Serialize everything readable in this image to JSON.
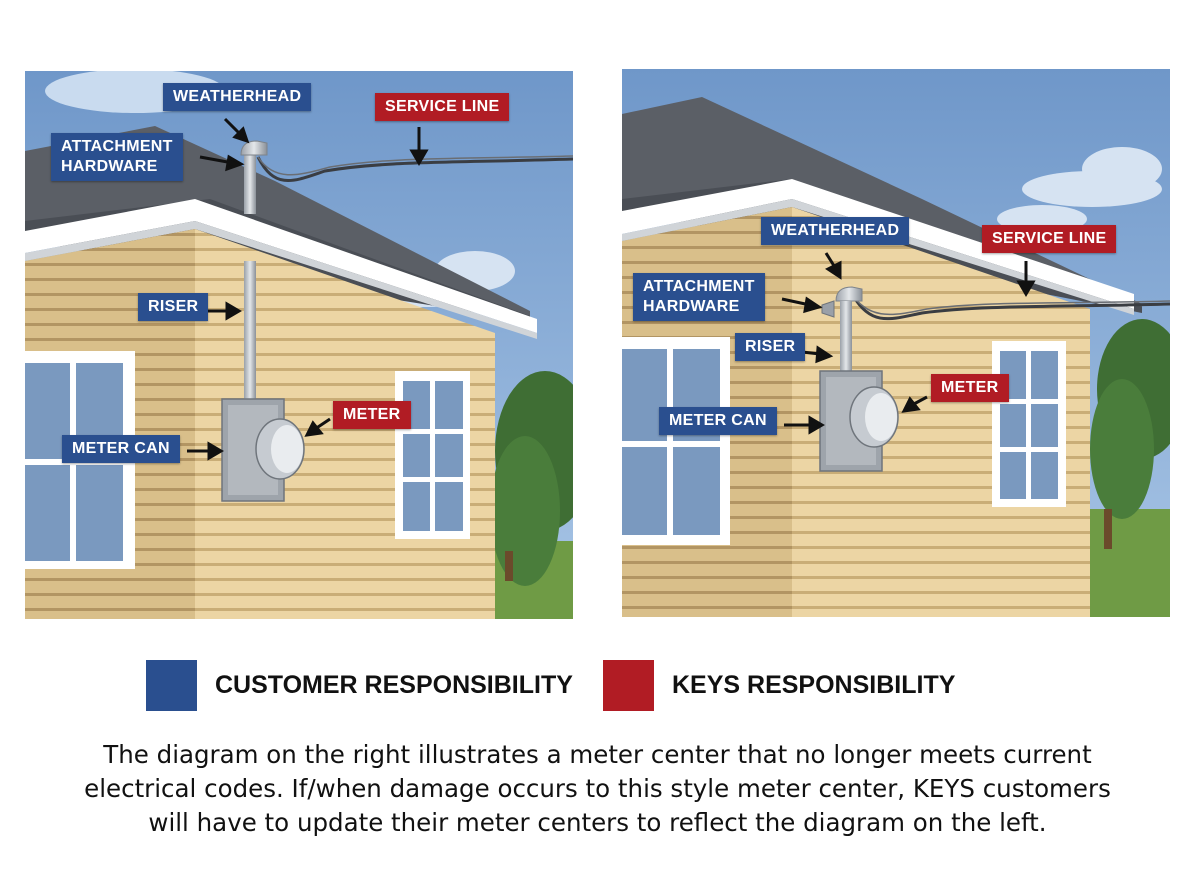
{
  "colors": {
    "customer": "#2a4f8f",
    "keys": "#b11c24"
  },
  "left_diagram": {
    "labels": {
      "weatherhead": "WEATHERHEAD",
      "service_line": "SERVICE LINE",
      "attachment_hardware_1": "ATTACHMENT",
      "attachment_hardware_2": "HARDWARE",
      "riser": "RISER",
      "meter": "METER",
      "meter_can": "METER CAN"
    }
  },
  "right_diagram": {
    "labels": {
      "weatherhead": "WEATHERHEAD",
      "service_line": "SERVICE LINE",
      "attachment_hardware_1": "ATTACHMENT",
      "attachment_hardware_2": "HARDWARE",
      "riser": "RISER",
      "meter": "METER",
      "meter_can": "METER CAN"
    }
  },
  "legend": {
    "customer_label": "CUSTOMER RESPONSIBILITY",
    "keys_label": "KEYS RESPONSIBILITY"
  },
  "caption": {
    "line1": "The diagram on the right illustrates a meter center that no longer meets current",
    "line2": "electrical codes. If/when damage occurs to this style meter center, KEYS customers",
    "line3": "will have to update their meter centers to reflect the diagram on the left."
  }
}
